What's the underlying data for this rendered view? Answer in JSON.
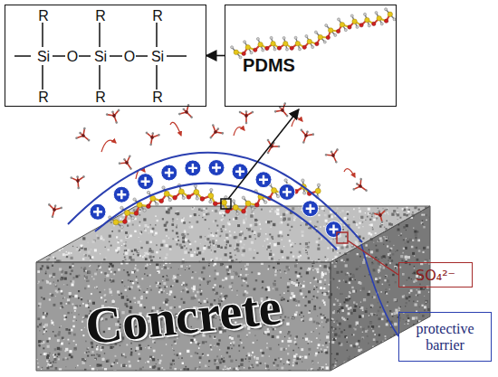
{
  "diagram": {
    "nodes": [
      {
        "text": [
          "R",
          "R",
          "R",
          "Si",
          "O",
          "Si",
          "O",
          "Si",
          "R",
          "R",
          "R"
        ]
      },
      {
        "text": [
          "PDMS"
        ]
      },
      {
        "text": [
          "Concrete"
        ]
      },
      {
        "text": [
          "SO₄²⁻"
        ]
      },
      {
        "text": [
          "protective barrier"
        ]
      }
    ],
    "edges": [
      {
        "from": 1,
        "to": 0,
        "arrow": "to"
      }
    ]
  }
}
